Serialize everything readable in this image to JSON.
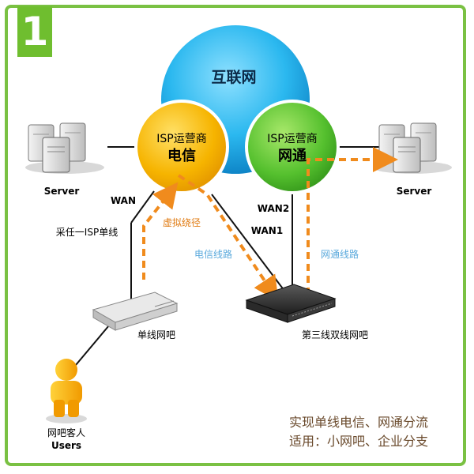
{
  "badge_number": "1",
  "internet_label": "互联网",
  "isp_telecom": {
    "line1": "ISP运营商",
    "line2": "电信"
  },
  "isp_netcom": {
    "line1": "ISP运营商",
    "line2": "网通"
  },
  "server_left_label": "Server",
  "server_right_label": "Server",
  "wan_label": "WAN",
  "wan1_label": "WAN1",
  "wan2_label": "WAN2",
  "single_isp_label": "采任一ISP单线",
  "virtual_path_label": "虚拟绕径",
  "telecom_line_label": "电信线路",
  "netcom_line_label": "网通线路",
  "single_cafe_label": "单线网吧",
  "third_cafe_label": "第三线双线网吧",
  "users_label_cn": "网吧客人",
  "users_label_en": "Users",
  "summary_line1": "实现单线电信、网通分流",
  "summary_line2": "适用：小网吧、企业分支",
  "colors": {
    "border_green": "#7ac143",
    "internet_blue": "#2bb8ef",
    "telecom_orange": "#f6b400",
    "netcom_green": "#55c02e",
    "dashed_orange": "#f08b1d",
    "route_blue": "#5aa9dc",
    "summary_brown": "#6a4a2c"
  }
}
